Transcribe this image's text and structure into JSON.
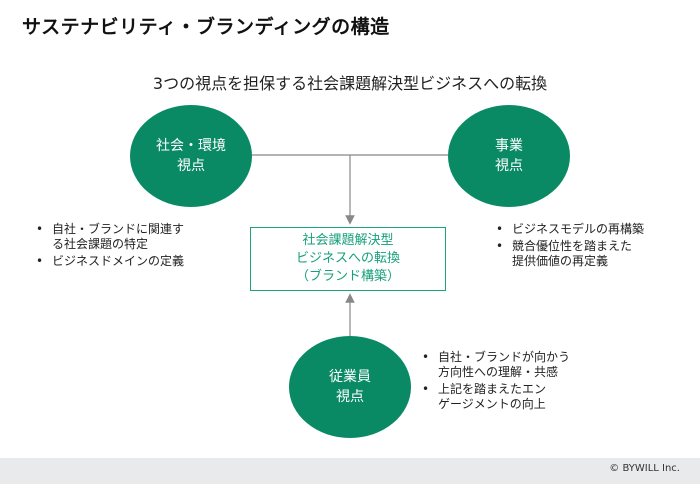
{
  "title": "サステナビリティ・ブランディングの構造",
  "subtitle": "3つの視点を担保する社会課題解決型ビジネスへの転換",
  "nodes": {
    "social": {
      "line1": "社会・環境",
      "line2": "視点"
    },
    "business": {
      "line1": "事業",
      "line2": "視点"
    },
    "employee": {
      "line1": "従業員",
      "line2": "視点"
    },
    "center": {
      "line1": "社会課題解決型",
      "line2": "ビジネスへの転換",
      "line3": "（ブランド構築）"
    }
  },
  "bullets": {
    "social": [
      {
        "line1": "自社・ブランドに関連す",
        "line2": "る社会課題の特定"
      },
      {
        "line1": "ビジネスドメインの定義",
        "line2": ""
      }
    ],
    "business": [
      {
        "line1": "ビジネスモデルの再構築",
        "line2": ""
      },
      {
        "line1": "競合優位性を踏まえた",
        "line2": "提供価値の再定義"
      }
    ],
    "employee": [
      {
        "line1": "自社・ブランドが向かう",
        "line2": "方向性への理解・共感"
      },
      {
        "line1": "上記を踏まえたエン",
        "line2": "ゲージメントの向上"
      }
    ]
  },
  "footer": {
    "copyright": "© BYWILL Inc."
  },
  "colors": {
    "circle": "#0a8a64",
    "center_text": "#17a07a",
    "center_border": "#19a37b",
    "connector": "#888888",
    "footer_bg": "#e8eaec"
  }
}
